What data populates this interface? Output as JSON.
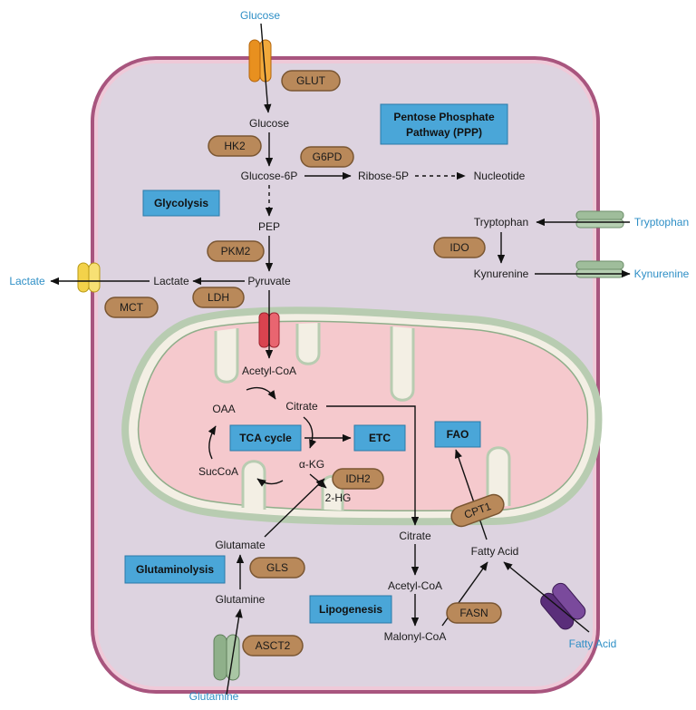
{
  "external": {
    "glucose": "Glucose",
    "lactate": "Lactate",
    "tryptophan": "Tryptophan",
    "kynurenine": "Kynurenine",
    "fatty_acid": "Fatty Acid",
    "glutamine": "Glutamine"
  },
  "metabolites": {
    "glucose": "Glucose",
    "glucose6p": "Glucose-6P",
    "ribose5p": "Ribose-5P",
    "nucleotide": "Nucleotide",
    "pep": "PEP",
    "pyruvate": "Pyruvate",
    "lactate": "Lactate",
    "tryptophan": "Tryptophan",
    "kynurenine": "Kynurenine",
    "acetyl_coa_mito": "Acetyl-CoA",
    "oaa": "OAA",
    "citrate_mito": "Citrate",
    "succoa": "SucCoA",
    "akg": "α-KG",
    "two_hg": "2-HG",
    "glutamate": "Glutamate",
    "glutamine": "Glutamine",
    "citrate_cyto": "Citrate",
    "acetyl_coa_cyto": "Acetyl-CoA",
    "malonyl_coa": "Malonyl-CoA",
    "fatty_acid": "Fatty Acid"
  },
  "enzymes": {
    "glut": "GLUT",
    "hk2": "HK2",
    "g6pd": "G6PD",
    "pkm2": "PKM2",
    "ldh": "LDH",
    "mct": "MCT",
    "ido": "IDO",
    "idh2": "IDH2",
    "cpt1": "CPT1",
    "gls": "GLS",
    "fasn": "FASN",
    "asct2": "ASCT2"
  },
  "pathways": {
    "ppp_line1": "Pentose Phosphate",
    "ppp_line2": "Pathway (PPP)",
    "glycolysis": "Glycolysis",
    "tca": "TCA cycle",
    "etc": "ETC",
    "fao": "FAO",
    "glutaminolysis": "Glutaminolysis",
    "lipogenesis": "Lipogenesis"
  },
  "colors": {
    "cell_fill": "#ddd3e0",
    "membrane": "#a8557e",
    "mito_fill": "#f5c9cd",
    "mito_membrane": "#b8ccb1",
    "enzyme": "#b9895a",
    "pathway_box": "#4aa6d8",
    "external_text": "#2e8fc6"
  }
}
